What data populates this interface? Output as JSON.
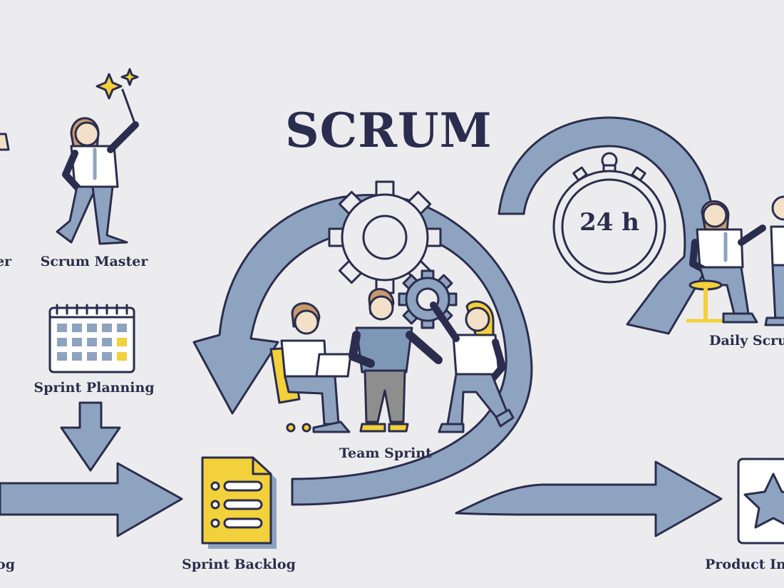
{
  "diagram": {
    "title": "SCRUM",
    "timer_label": "24 h",
    "labels": {
      "product_owner_partial": "er",
      "scrum_master": "Scrum Master",
      "sprint_planning": "Sprint Planning",
      "team_sprint": "Team Sprint",
      "daily_scrum_partial": "Daily Scru",
      "product_backlog_partial": "og",
      "sprint_backlog": "Sprint Backlog",
      "product_increment_partial": "Product In"
    },
    "colors": {
      "background": "#ececee",
      "arrow": "#8ea3bf",
      "outline": "#2b2d4e",
      "accent": "#f2d13a",
      "shirt_blue": "#7e97b6"
    }
  }
}
